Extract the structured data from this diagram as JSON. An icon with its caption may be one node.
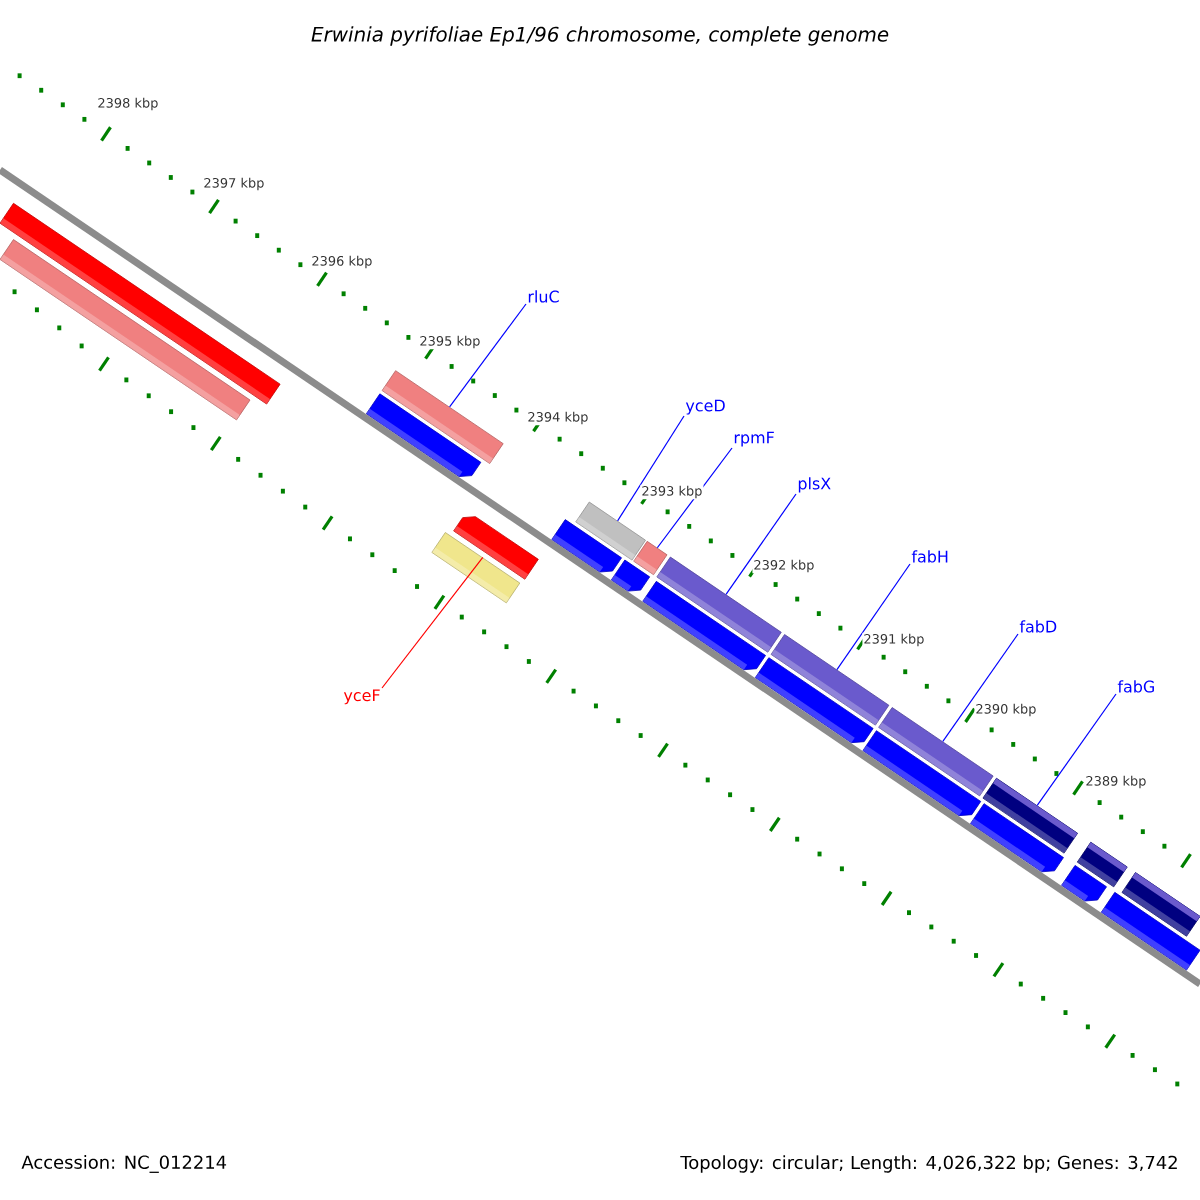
{
  "diagram": {
    "title": "Erwinia pyrifoliae Ep1/96 chromosome, complete genome",
    "nodes": [
      {
        "text": [
          "rluC"
        ]
      },
      {
        "text": [
          "yceD"
        ]
      },
      {
        "text": [
          "rpmF"
        ]
      },
      {
        "text": [
          "plsX"
        ]
      },
      {
        "text": [
          "fabH"
        ]
      },
      {
        "text": [
          "fabD"
        ]
      },
      {
        "text": [
          "fabG"
        ]
      },
      {
        "text": [
          "yceF"
        ]
      },
      {
        "text": [],
        "shape": "bar"
      },
      {
        "text": [],
        "shape": "bar"
      },
      {
        "text": [],
        "shape": "bar"
      },
      {
        "text": [],
        "shape": "bar"
      },
      {
        "text": [],
        "shape": "bar"
      },
      {
        "text": [],
        "shape": "bar"
      },
      {
        "text": [],
        "shape": "bar"
      },
      {
        "text": [],
        "shape": "bar"
      }
    ],
    "edges": [
      {
        "from": 0,
        "to": 8,
        "arrow": "none"
      },
      {
        "from": 1,
        "to": 10,
        "arrow": "none"
      },
      {
        "from": 2,
        "to": 11,
        "arrow": "none"
      },
      {
        "from": 3,
        "to": 12,
        "arrow": "none"
      },
      {
        "from": 4,
        "to": 13,
        "arrow": "none"
      },
      {
        "from": 5,
        "to": 14,
        "arrow": "none"
      },
      {
        "from": 6,
        "to": 15,
        "arrow": "none"
      },
      {
        "from": 7,
        "to": 9,
        "arrow": "none",
        "color": "#ff0000"
      }
    ],
    "labels": [
      "2398 kbp",
      "2397 kbp",
      "2396 kbp",
      "2395 kbp",
      "2394 kbp",
      "2393 kbp",
      "2392 kbp",
      "2391 kbp",
      "2390 kbp",
      "2389 kbp",
      "Accession: NC_012214",
      "Topology: circular; Length: 4,026,322 bp; Genes: 3,742"
    ]
  }
}
